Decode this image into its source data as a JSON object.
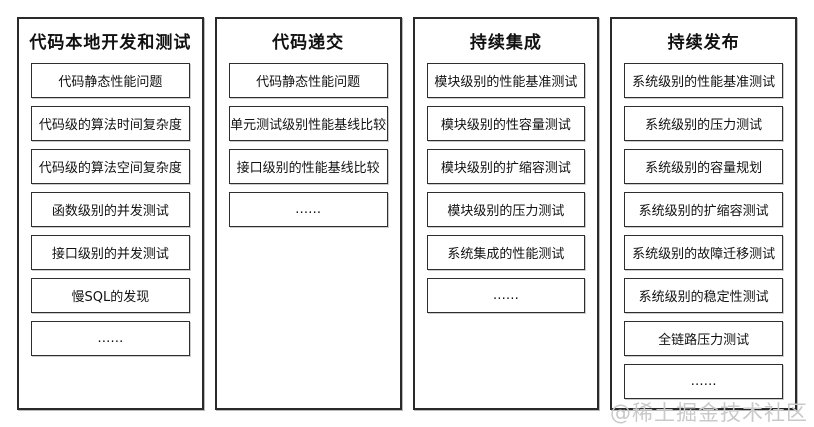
{
  "watermark": "@稀土掘金技术社区",
  "colors": {
    "column_border": "#2a2a2a",
    "item_border": "#2e2e2e",
    "text": "#111111",
    "watermark": "#c9c9c9",
    "background": "#ffffff"
  },
  "columns": [
    {
      "title": "代码本地开发和测试",
      "items": [
        "代码静态性能问题",
        "代码级的算法时间复杂度",
        "代码级的算法空间复杂度",
        "函数级别的并发测试",
        "接口级别的并发测试",
        "慢SQL的发现",
        "……"
      ]
    },
    {
      "title": "代码递交",
      "items": [
        "代码静态性能问题",
        "单元测试级别性能基线比较",
        "接口级别的性能基线比较",
        "……"
      ]
    },
    {
      "title": "持续集成",
      "items": [
        "模块级别的性能基准测试",
        "模块级别的性容量测试",
        "模块级别的扩缩容测试",
        "模块级别的压力测试",
        "系统集成的性能测试",
        "……"
      ]
    },
    {
      "title": "持续发布",
      "items": [
        "系统级别的性能基准测试",
        "系统级别的压力测试",
        "系统级别的容量规划",
        "系统级别的扩缩容测试",
        "系统级别的故障迁移测试",
        "系统级别的稳定性测试",
        "全链路压力测试",
        "……"
      ]
    }
  ]
}
